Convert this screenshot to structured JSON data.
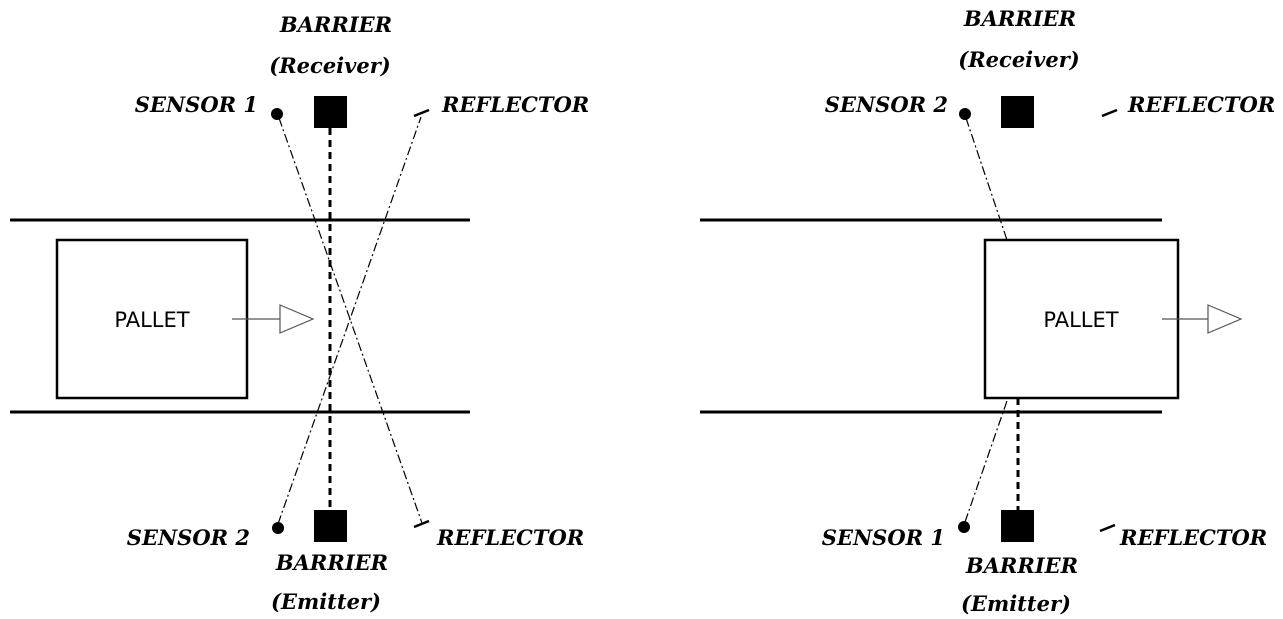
{
  "left": {
    "barrier_top": {
      "title": "BARRIER",
      "subtitle": "(Receiver)"
    },
    "barrier_bottom": {
      "title": "BARRIER",
      "subtitle": "(Emitter)"
    },
    "sensor_top": "SENSOR 1",
    "sensor_bottom": "SENSOR 2",
    "reflector_top": "REFLECTOR",
    "reflector_bottom": "REFLECTOR",
    "pallet": "PALLET"
  },
  "right": {
    "barrier_top": {
      "title": "BARRIER",
      "subtitle": "(Receiver)"
    },
    "barrier_bottom": {
      "title": "BARRIER",
      "subtitle": "(Emitter)"
    },
    "sensor_top": "SENSOR 2",
    "sensor_bottom": "SENSOR 1",
    "reflector_top": "REFLECTOR",
    "reflector_bottom": "REFLECTOR",
    "pallet": "PALLET"
  }
}
